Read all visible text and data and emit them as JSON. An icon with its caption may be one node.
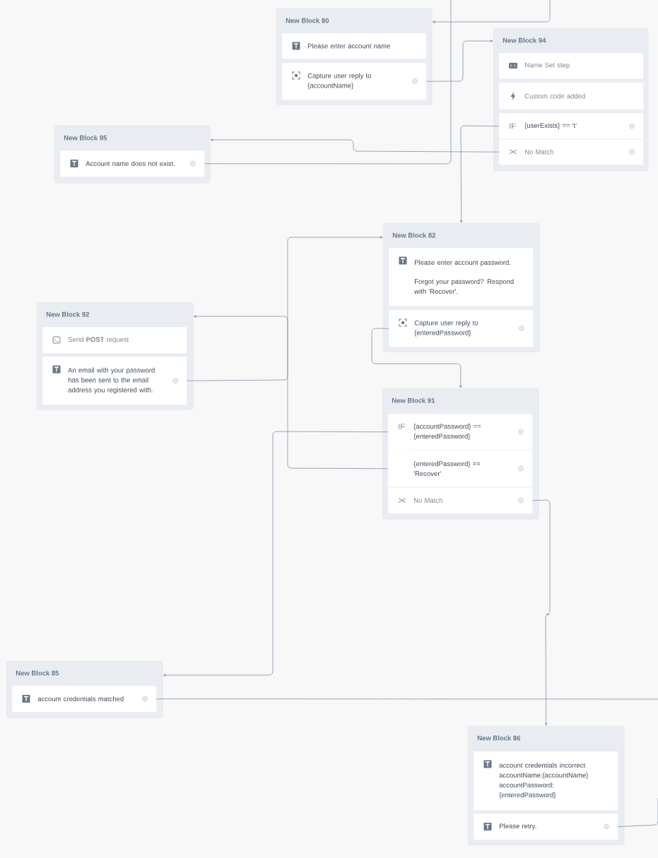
{
  "diagram": {
    "nodes": [
      {
        "text": [
          "New Block 80"
        ]
      },
      {
        "text": [
          "Please enter account name"
        ],
        "in": 0
      },
      {
        "text": [
          "Capture user reply to {accountName}"
        ],
        "in": 0
      },
      {
        "text": [
          "New Block 94"
        ]
      },
      {
        "text": [
          "Name Set step"
        ],
        "in": 3
      },
      {
        "text": [
          "Custom code added"
        ],
        "in": 3
      },
      {
        "text": [
          "IF",
          "{userExists} == 't'"
        ],
        "in": 3
      },
      {
        "text": [
          "No Match"
        ],
        "in": 3
      },
      {
        "text": [
          "New Block 95"
        ]
      },
      {
        "text": [
          "Account name does not exist."
        ],
        "in": 8
      },
      {
        "text": [
          "New Block 82"
        ]
      },
      {
        "text": [
          "Please enter account password.",
          "Forgot your password? Respond with 'Recover'."
        ],
        "in": 10
      },
      {
        "text": [
          "Capture user reply to {enteredPassword}"
        ],
        "in": 10
      },
      {
        "text": [
          "New Block 92"
        ]
      },
      {
        "text": [
          "Send **POST** request"
        ],
        "in": 13
      },
      {
        "text": [
          "An email with your password has been sent to the email address you registered with."
        ],
        "in": 13
      },
      {
        "text": [
          "New Block 91"
        ]
      },
      {
        "text": [
          "IF",
          "{accountPassword} == {enteredPassword}"
        ],
        "in": 16
      },
      {
        "text": [
          "{enteredPassword} == 'Recover'"
        ],
        "in": 16
      },
      {
        "text": [
          "No Match"
        ],
        "in": 16
      },
      {
        "text": [
          "New Block 85"
        ]
      },
      {
        "text": [
          "account credentials matched"
        ],
        "in": 20
      },
      {
        "text": [
          "New Block 86"
        ]
      },
      {
        "text": [
          "account credentials incorrect accountName:{accountName} accountPassword: {enteredPassword}"
        ],
        "in": 22
      },
      {
        "text": [
          "Please retry."
        ],
        "in": 22
      }
    ],
    "edges": [
      {
        "from": null,
        "to": 0,
        "arrow": "to"
      },
      {
        "from": 2,
        "to": 3,
        "arrow": "to"
      },
      {
        "from": 7,
        "to": 8,
        "arrow": "to"
      },
      {
        "from": 6,
        "to": 10,
        "arrow": "to"
      },
      {
        "from": 9,
        "to": null,
        "arrow": "none"
      },
      {
        "from": 15,
        "to": 10,
        "arrow": "to"
      },
      {
        "from": 12,
        "to": 16,
        "arrow": "to"
      },
      {
        "from": 17,
        "to": 20,
        "arrow": "to"
      },
      {
        "from": 18,
        "to": 13,
        "arrow": "to"
      },
      {
        "from": 19,
        "to": 22,
        "arrow": "to"
      },
      {
        "from": 21,
        "to": null,
        "arrow": "none"
      },
      {
        "from": 24,
        "to": null,
        "arrow": "none"
      }
    ]
  }
}
